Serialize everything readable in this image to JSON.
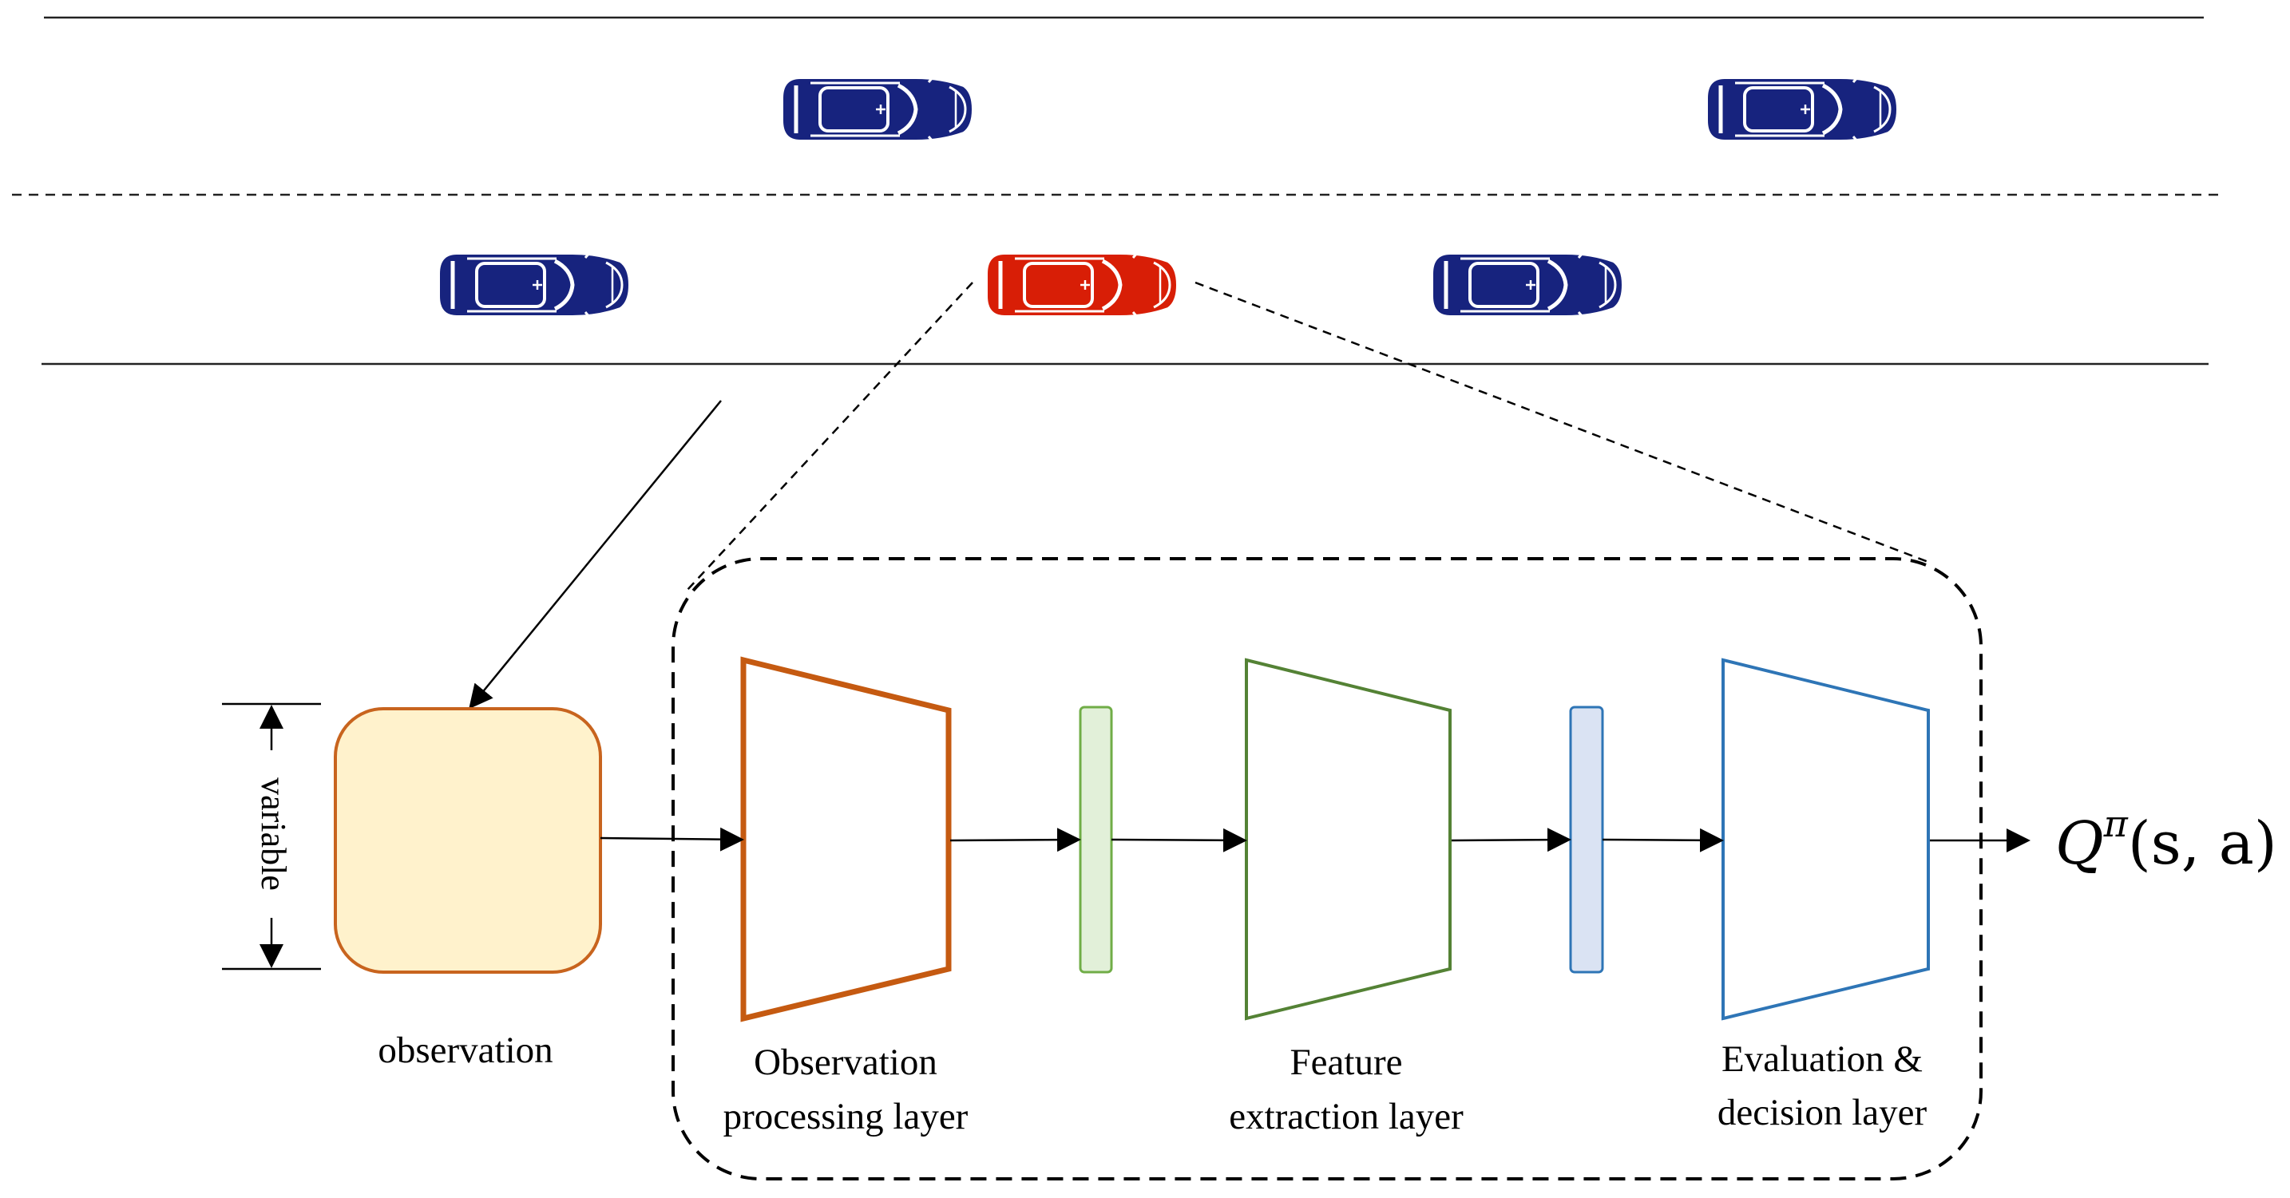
{
  "road": {
    "lanes": 2,
    "vehicles": [
      {
        "lane": "upper",
        "color": "#17237e",
        "role": "surrounding",
        "icon": "car-top-view-icon"
      },
      {
        "lane": "upper",
        "color": "#17237e",
        "role": "surrounding",
        "icon": "car-top-view-icon"
      },
      {
        "lane": "lower",
        "color": "#17237e",
        "role": "surrounding",
        "icon": "car-top-view-icon"
      },
      {
        "lane": "lower",
        "color": "#d81e06",
        "role": "ego",
        "icon": "car-top-view-icon"
      },
      {
        "lane": "lower",
        "color": "#17237e",
        "role": "surrounding",
        "icon": "car-top-view-icon"
      }
    ]
  },
  "observation": {
    "label": "observation",
    "size_label": "variable",
    "fill": "#fff2cc",
    "stroke": "#c8641e"
  },
  "network": {
    "layers": [
      {
        "label_line1": "Observation",
        "label_line2": "processing layer",
        "stroke": "#c55a11"
      },
      {
        "label_line1": "Feature",
        "label_line2": "extraction layer",
        "stroke": "#548235"
      },
      {
        "label_line1": "Evaluation &",
        "label_line2": "decision layer",
        "stroke": "#2e75b6"
      }
    ],
    "connectors": [
      {
        "fill": "#e2f0d9",
        "stroke": "#70ad47"
      },
      {
        "fill": "#dae3f3",
        "stroke": "#2e75b6"
      }
    ]
  },
  "output": {
    "symbol": "Q",
    "superscript": "π",
    "args": "(s, a)"
  }
}
